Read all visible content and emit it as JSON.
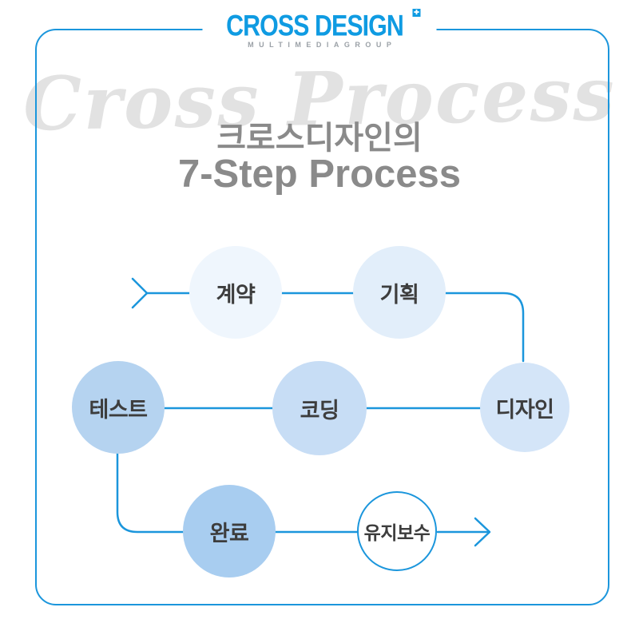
{
  "logo": {
    "brand": "CROSS DESIGN",
    "subbrand": "MULTIMEDIAGROUP",
    "mark_icon": "plus-square-icon"
  },
  "header": {
    "watermark": "Cross Process",
    "title_ko": "크로스디자인의",
    "title_en": "7-Step Process"
  },
  "colors": {
    "accent_blue": "#1b96dc",
    "logo_blue": "#0f9be2",
    "title_gray": "#8a8a8a",
    "watermark_gray": "#e2e2e2",
    "step_text": "#3d3d3d",
    "subbrand_gray": "#9ba1a7"
  },
  "steps": [
    {
      "order": 1,
      "label": "계약",
      "fill": "#eff6fd"
    },
    {
      "order": 2,
      "label": "기획",
      "fill": "#e2eefa"
    },
    {
      "order": 3,
      "label": "디자인",
      "fill": "#d4e5f8"
    },
    {
      "order": 4,
      "label": "코딩",
      "fill": "#c7ddf5"
    },
    {
      "order": 5,
      "label": "테스트",
      "fill": "#b5d3f0"
    },
    {
      "order": 6,
      "label": "완료",
      "fill": "#a8cdf0"
    },
    {
      "order": 7,
      "label": "유지보수",
      "fill": "#ffffff",
      "outlined": true
    }
  ]
}
